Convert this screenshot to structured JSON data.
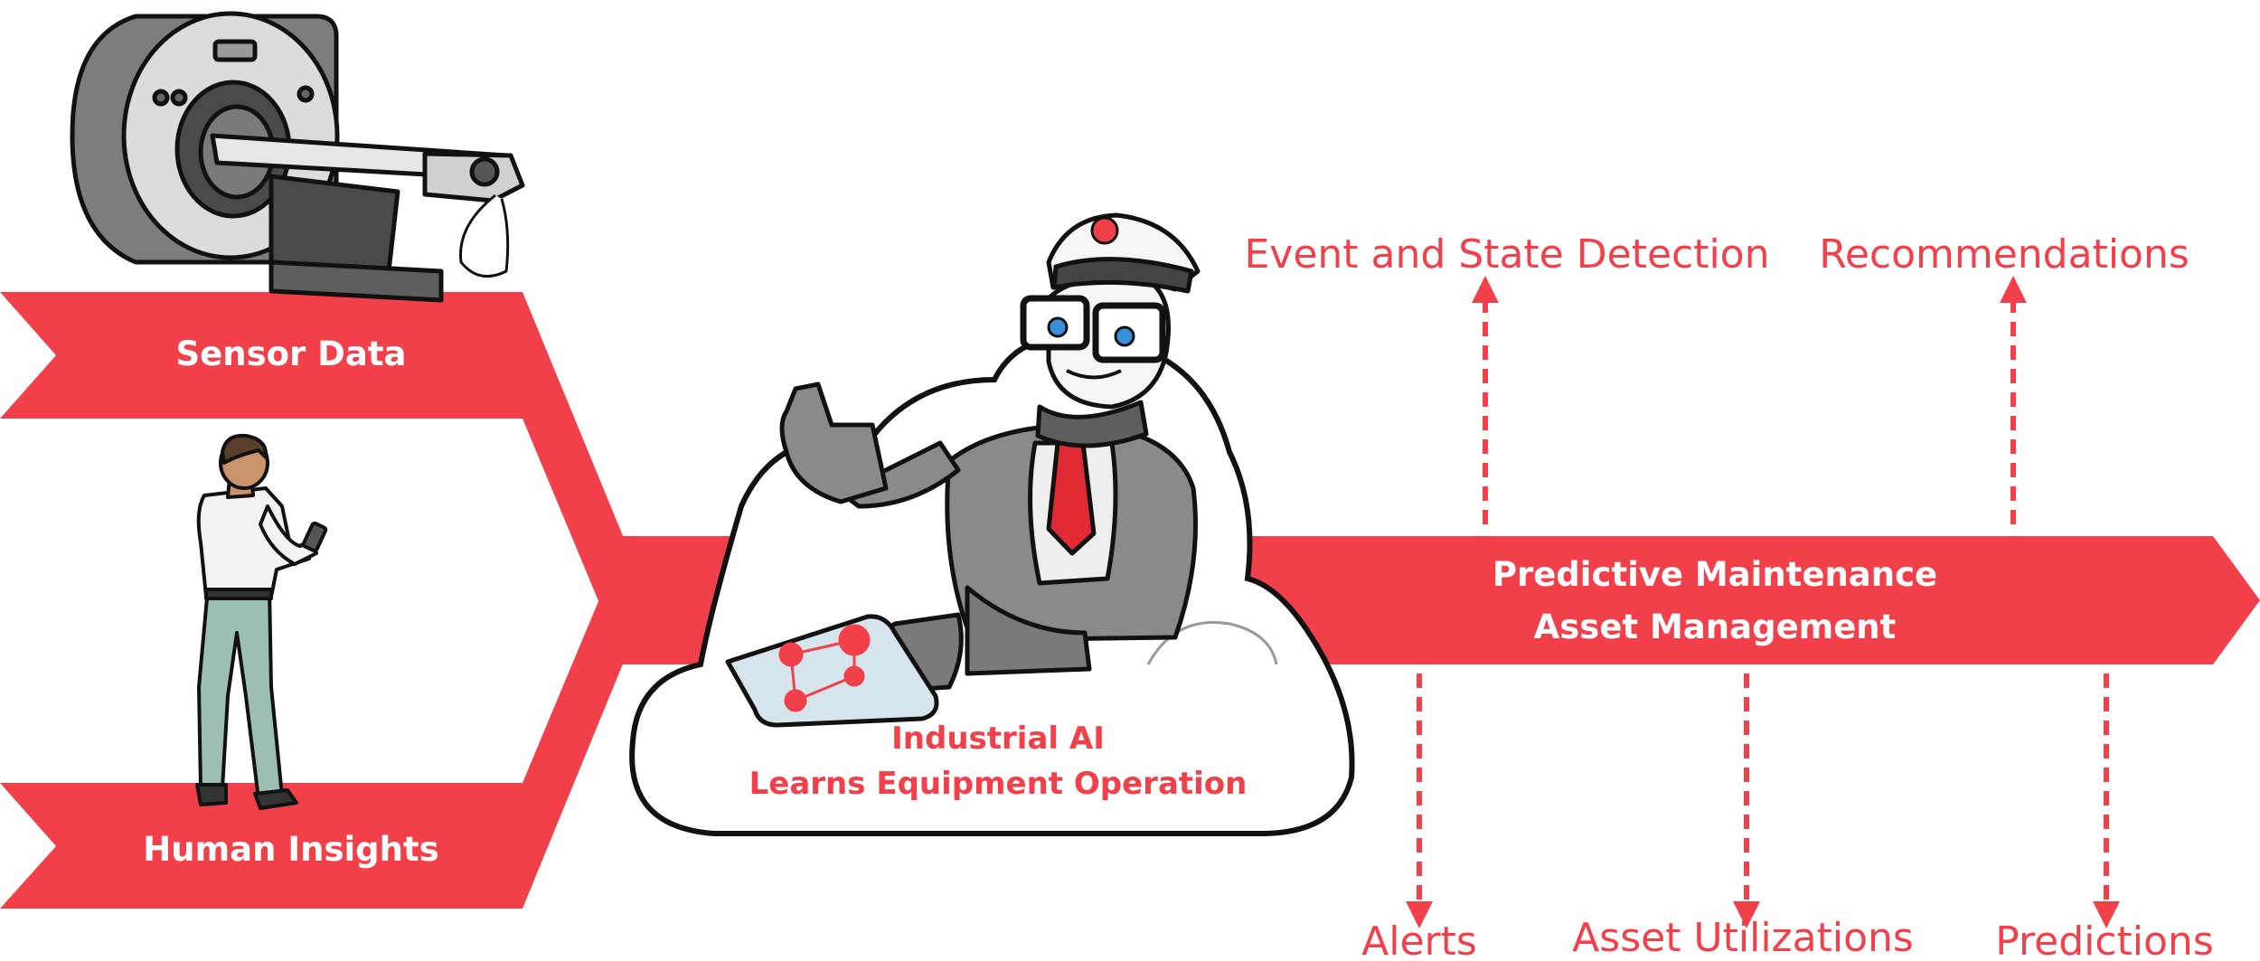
{
  "colors": {
    "accent": "#f2404a",
    "outline": "#111111",
    "metal": "#8a8a8a",
    "metal_dark": "#555555",
    "pants": "#9dbfb2"
  },
  "inputs": {
    "sensor": "Sensor Data",
    "human": "Human Insights"
  },
  "cloud": {
    "line1": "Industrial AI",
    "line2": "Learns Equipment Operation"
  },
  "output_band": {
    "line1": "Predictive Maintenance",
    "line2": "Asset Management"
  },
  "outputs_up": [
    "Event and State Detection",
    "Recommendations"
  ],
  "outputs_down": [
    "Alerts",
    "Asset Utilizations",
    "Predictions"
  ],
  "icons": {
    "scanner": "mri-scanner-icon",
    "person": "person-with-phone-icon",
    "robot": "robot-with-tablet-icon"
  }
}
